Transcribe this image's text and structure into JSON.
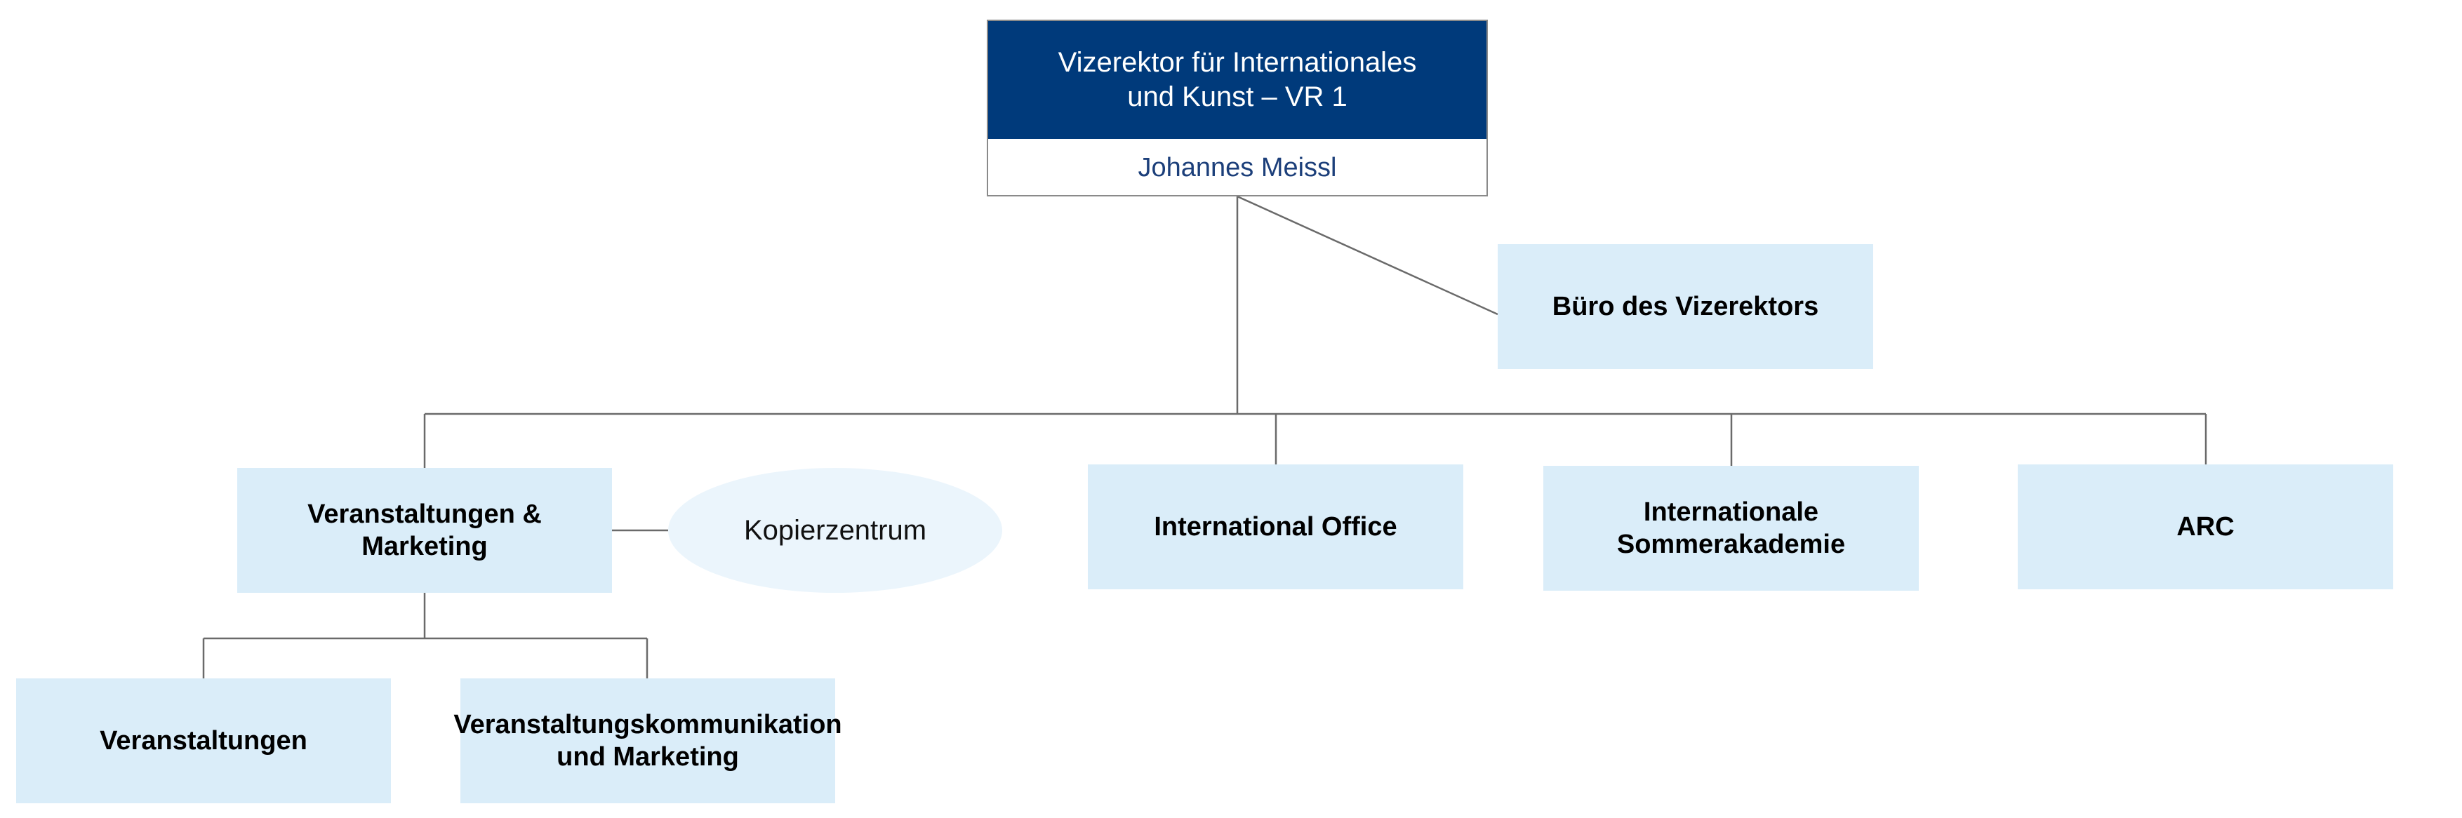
{
  "colors": {
    "head_fill": "#003a7b",
    "head_name_text": "#1c3f7a",
    "box_fill": "#daedf9",
    "ellipse_fill": "#ebf5fc",
    "line": "#6a6a6a"
  },
  "head": {
    "title": "Vizerektor für Internationales\nund Kunst – VR 1",
    "name": "Johannes Meissl"
  },
  "staff": {
    "label": "Büro des Vizerektors"
  },
  "units": {
    "veranstaltungen_marketing": "Veranstaltungen &\nMarketing",
    "international_office": "International Office",
    "sommerakademie": "Internationale\nSommerakademie",
    "arc": "ARC"
  },
  "kopierzentrum": {
    "label": "Kopierzentrum"
  },
  "subunits": {
    "veranstaltungen": "Veranstaltungen",
    "kommunikation": "Veranstaltungskommunikation\nund Marketing"
  }
}
